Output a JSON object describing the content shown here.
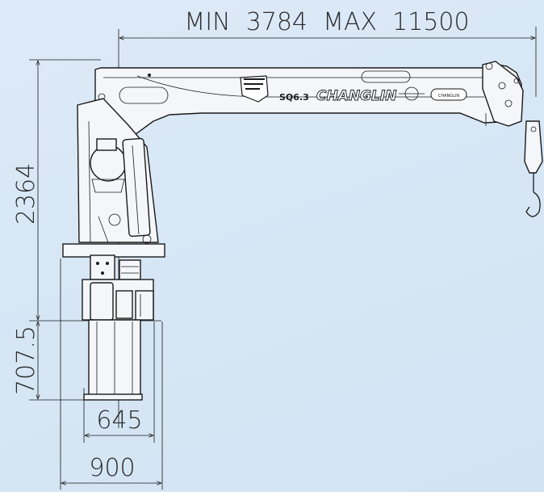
{
  "dimensions": {
    "top_span": "MIN  3784  MAX  11500",
    "height": "2364",
    "base_height": "707.5",
    "base_width_inner": "645",
    "base_width_outer": "900"
  },
  "crane": {
    "model": "SQ6.3",
    "brand": "CHANGLIN",
    "badge": "CHANGLIN"
  },
  "colors": {
    "background": "#d8e7f6",
    "line": "#1a1a1a"
  }
}
